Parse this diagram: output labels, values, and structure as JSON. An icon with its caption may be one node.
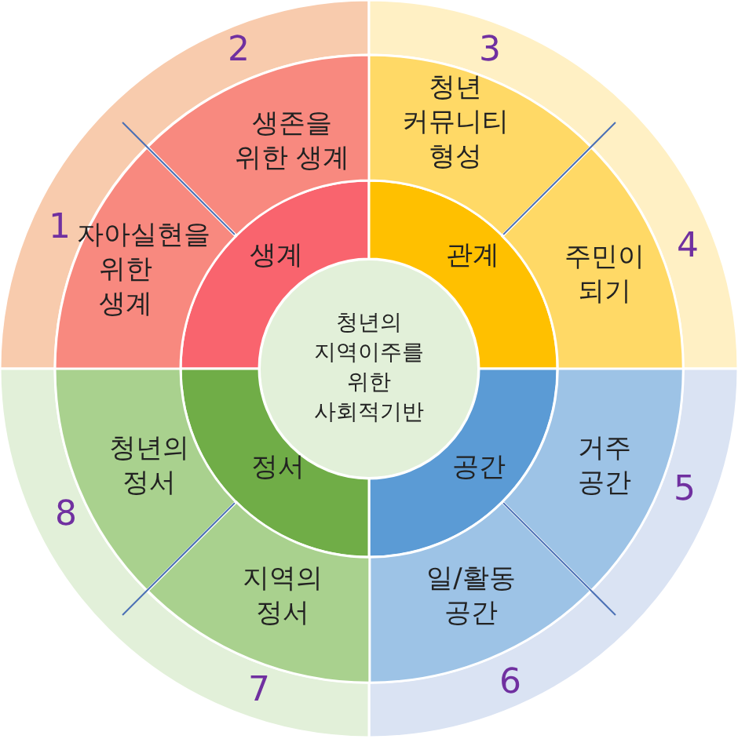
{
  "diagram": {
    "nodes": [
      {
        "text": [
          "청년의 지역이주를 위한 사회적기반"
        ]
      },
      {
        "text": [
          "생계"
        ]
      },
      {
        "text": [
          "관계"
        ]
      },
      {
        "text": [
          "공간"
        ]
      },
      {
        "text": [
          "정서"
        ]
      },
      {
        "text": [
          "생존을 위한 생계"
        ]
      },
      {
        "text": [
          "자아실현을 위한 생계"
        ]
      },
      {
        "text": [
          "청년 커뮤니티 형성"
        ]
      },
      {
        "text": [
          "주민이 되기"
        ]
      },
      {
        "text": [
          "거주 공간"
        ]
      },
      {
        "text": [
          "일/활동 공간"
        ]
      },
      {
        "text": [
          "지역의 정서"
        ]
      },
      {
        "text": [
          "청년의 정서"
        ]
      }
    ],
    "labels": [
      "2",
      "3",
      "1",
      "4",
      "8",
      "5",
      "7",
      "6"
    ]
  }
}
